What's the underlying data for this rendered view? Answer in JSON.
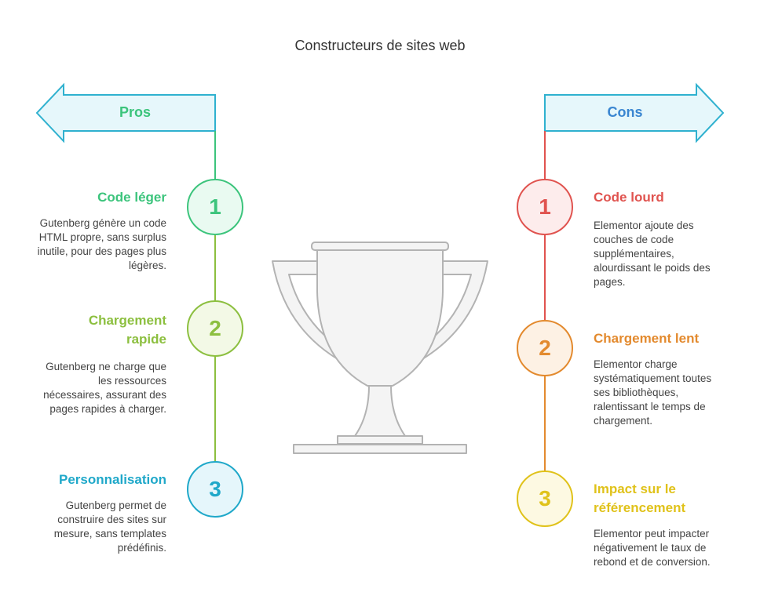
{
  "title": "Constructeurs de sites web",
  "pros": {
    "label": "Pros",
    "items": [
      {
        "number": "1",
        "title": "Code léger",
        "description": "Gutenberg génère un code HTML propre, sans surplus inutile, pour des pages plus légères.",
        "color": "#3cc47c"
      },
      {
        "number": "2",
        "title": "Chargement rapide",
        "description": "Gutenberg ne charge que les ressources nécessaires, assurant des pages rapides à charger.",
        "color": "#8cbf3f"
      },
      {
        "number": "3",
        "title": "Personnalisation",
        "description": "Gutenberg permet de construire des sites sur mesure, sans templates prédéfinis.",
        "color": "#1fa8c9"
      }
    ]
  },
  "cons": {
    "label": "Cons",
    "items": [
      {
        "number": "1",
        "title": "Code lourd",
        "description": "Elementor ajoute des couches de code supplémentaires, alourdissant le poids des pages.",
        "color": "#e0534f"
      },
      {
        "number": "2",
        "title": "Chargement lent",
        "description": "Elementor charge systématiquement toutes ses bibliothèques, ralentissant le temps de chargement.",
        "color": "#e38a2e"
      },
      {
        "number": "3",
        "title": "Impact sur le référencement",
        "description": "Elementor peut impacter négativement le taux de rebond et de conversion.",
        "color": "#e0c21a"
      }
    ]
  },
  "colors": {
    "pros_label": "#3cc47c",
    "cons_label": "#3a86d1",
    "arrow_fill": "#e6f7fb",
    "arrow_stroke": "#2fb1cf",
    "trophy_stroke": "#b3b3b3",
    "trophy_fill": "#f4f4f4"
  }
}
